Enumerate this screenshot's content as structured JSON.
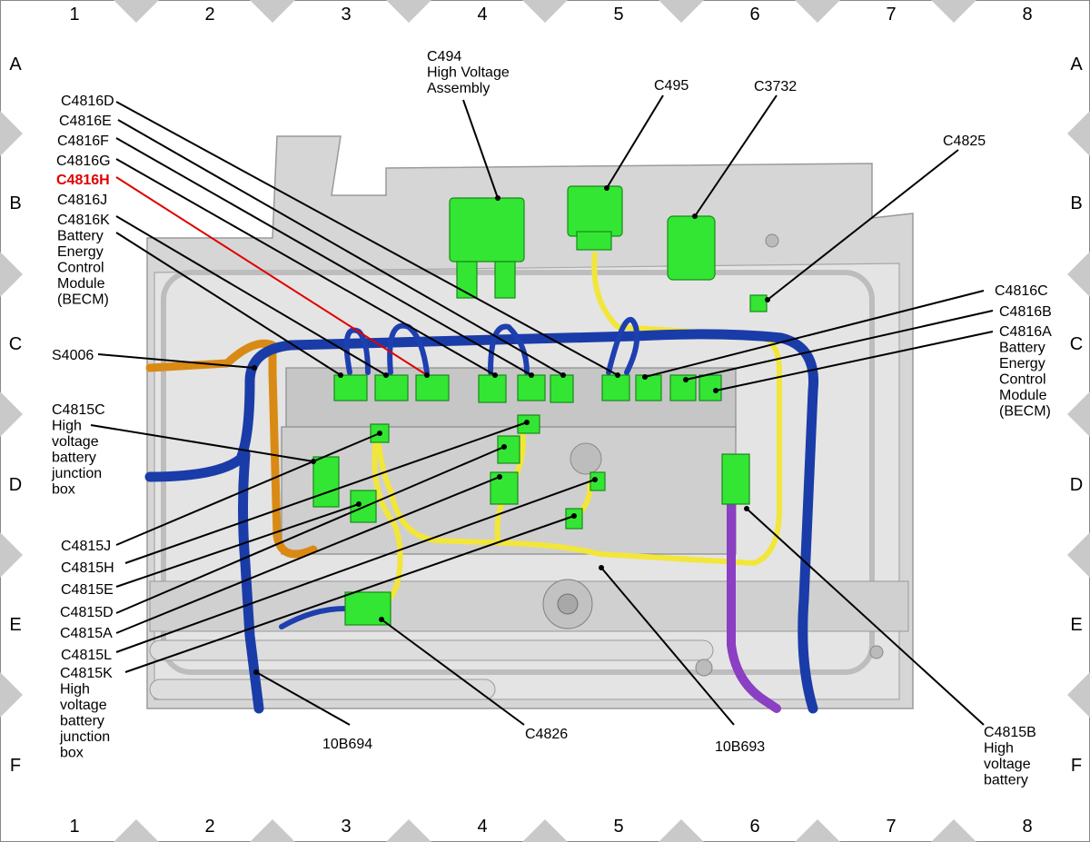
{
  "grid": {
    "columns": [
      "1",
      "2",
      "3",
      "4",
      "5",
      "6",
      "7",
      "8"
    ],
    "rows": [
      "A",
      "B",
      "C",
      "D",
      "E",
      "F"
    ]
  },
  "colors": {
    "connector_green": "#33e633",
    "highlight_red": "#e00000",
    "harness_blue": "#1a3ca8",
    "harness_yellow": "#f2e63a",
    "harness_orange": "#d98a14",
    "harness_purple": "#8b3fc2",
    "housing_gray": "#c8c8c8"
  },
  "labels": {
    "c494": [
      "C494",
      "High Voltage",
      "Assembly"
    ],
    "c495": [
      "C495"
    ],
    "c3732": [
      "C3732"
    ],
    "c4825": [
      "C4825"
    ],
    "c4816d": [
      "C4816D"
    ],
    "c4816e": [
      "C4816E"
    ],
    "c4816f": [
      "C4816F"
    ],
    "c4816g": [
      "C4816G"
    ],
    "c4816h": [
      "C4816H"
    ],
    "c4816j": [
      "C4816J"
    ],
    "c4816k": [
      "C4816K",
      "Battery",
      "Energy",
      "Control",
      "Module",
      "(BECM)"
    ],
    "s4006": [
      "S4006"
    ],
    "c4815c": [
      "C4815C",
      "High",
      "voltage",
      "battery",
      "junction",
      "box"
    ],
    "c4815j": [
      "C4815J"
    ],
    "c4815h": [
      "C4815H"
    ],
    "c4815e": [
      "C4815E"
    ],
    "c4815d": [
      "C4815D"
    ],
    "c4815a": [
      "C4815A"
    ],
    "c4815l": [
      "C4815L"
    ],
    "c4815k": [
      "C4815K",
      "High",
      "voltage",
      "battery",
      "junction",
      "box"
    ],
    "b10694": [
      "10B694"
    ],
    "c4826": [
      "C4826"
    ],
    "b10693": [
      "10B693"
    ],
    "c4816c": [
      "C4816C"
    ],
    "c4816b": [
      "C4816B"
    ],
    "c4816a": [
      "C4816A",
      "Battery",
      "Energy",
      "Control",
      "Module",
      "(BECM)"
    ],
    "c4815b": [
      "C4815B",
      "High",
      "voltage",
      "battery"
    ]
  }
}
